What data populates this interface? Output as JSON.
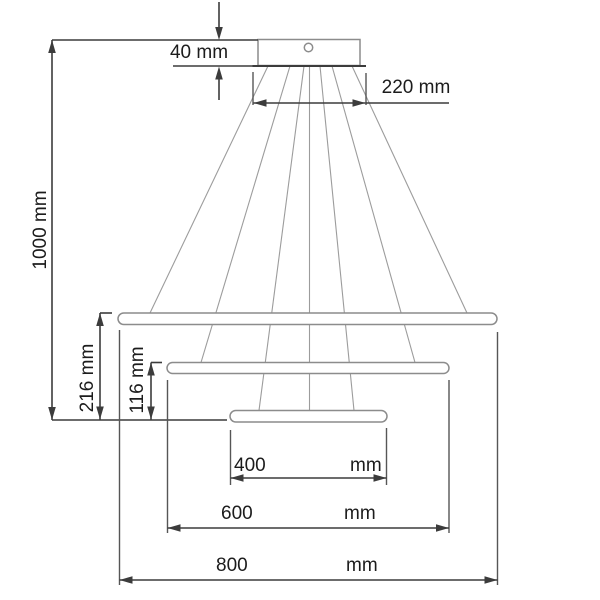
{
  "diagram": {
    "subject": "three-ring pendant lamp dimension drawing",
    "dimensions": {
      "canopy_height": "40 mm",
      "canopy_width": "220 mm",
      "overall_height": "1000 mm",
      "ring_large_drop": "216 mm",
      "ring_middle_drop": "116 mm",
      "ring_small_diameter": {
        "value": "400",
        "unit": "mm"
      },
      "ring_middle_diameter": {
        "value": "600",
        "unit": "mm"
      },
      "ring_large_diameter": {
        "value": "800",
        "unit": "mm"
      }
    }
  },
  "colors": {
    "ink": "#1c1c1c",
    "dim": "#3c3c3c",
    "ext": "#565656",
    "fixture": "#8c8c8c",
    "cable": "#9c9c9c",
    "bg": "#ffffff"
  }
}
